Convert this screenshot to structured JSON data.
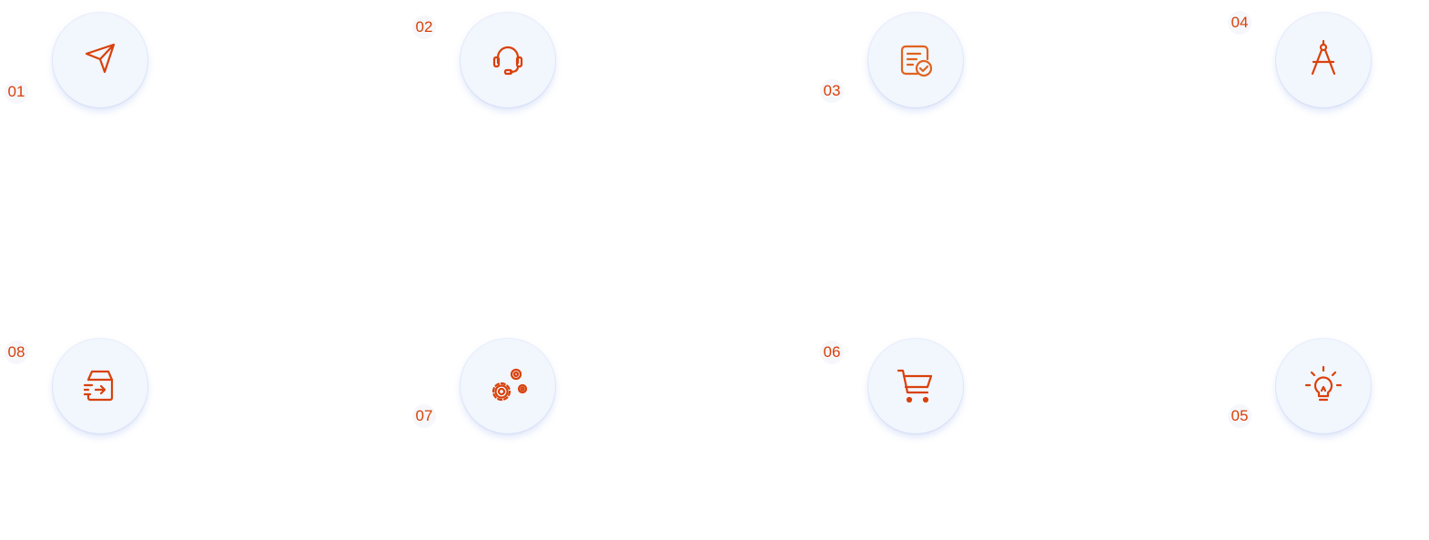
{
  "accent_color": "#d9410b",
  "steps": [
    {
      "number": "01",
      "icon": "send-icon"
    },
    {
      "number": "02",
      "icon": "headset-icon"
    },
    {
      "number": "03",
      "icon": "document-check-icon"
    },
    {
      "number": "04",
      "icon": "compass-drafting-icon"
    },
    {
      "number": "05",
      "icon": "lightbulb-icon"
    },
    {
      "number": "06",
      "icon": "cart-icon"
    },
    {
      "number": "07",
      "icon": "gears-icon"
    },
    {
      "number": "08",
      "icon": "box-delivery-icon"
    }
  ]
}
